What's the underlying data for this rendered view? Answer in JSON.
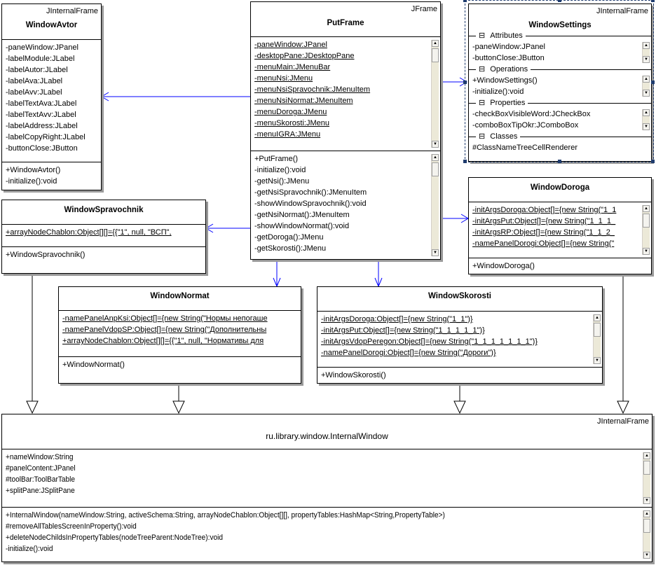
{
  "diagram": {
    "classes": [
      {
        "id": "avtor",
        "name": "WindowAvtor",
        "stereotype": "JInternalFrame",
        "attributes": [
          "-paneWindow:JPanel",
          "-labelModule:JLabel",
          "-labelAutor:JLabel",
          "-labelAva:JLabel",
          "-labelAvv:JLabel",
          "-labelTextAva:JLabel",
          "-labelTextAvv:JLabel",
          "-labelAddress:JLabel",
          "-labelCopyRight:JLabel",
          "-buttonClose:JButton"
        ],
        "operations": [
          "+WindowAvtor()",
          "-initialize():void"
        ]
      },
      {
        "id": "put",
        "name": "PutFrame",
        "stereotype": "JFrame",
        "static_attributes": true,
        "attributes": [
          "-paneWindow:JPanel",
          "-desktopPane:JDesktopPane",
          "-menuMain:JMenuBar",
          "-menuNsi:JMenu",
          "-menuNsiSpravochnik:JMenuItem",
          "-menuNsiNormat:JMenuItem",
          "-menuDoroga:JMenu",
          "-menuSkorosti:JMenu",
          "-menuIGRA:JMenu"
        ],
        "operations": [
          "+PutFrame()",
          "-initialize():void",
          "-getNsi():JMenu",
          "-getNsiSpravochnik():JMenuItem",
          "-showWindowSpravochnik():void",
          "-getNsiNormat():JMenuItem",
          "-showWindowNormat():void",
          "-getDoroga():JMenu",
          "-getSkorosti():JMenu"
        ]
      },
      {
        "id": "settings",
        "name": "WindowSettings",
        "stereotype": "JInternalFrame",
        "selected": true,
        "sections": [
          {
            "title": "Attributes",
            "items": [
              "-paneWindow:JPanel",
              "-buttonClose:JButton"
            ]
          },
          {
            "title": "Operations",
            "items": [
              "+WindowSettings()",
              "-initialize():void"
            ]
          },
          {
            "title": "Properties",
            "items": [
              "-checkBoxVisibleWord:JCheckBox",
              "-comboBoxTipOkr:JComboBox"
            ]
          },
          {
            "title": "Classes",
            "items": [
              "#ClassNameTreeCellRenderer"
            ]
          }
        ]
      },
      {
        "id": "sprav",
        "name": "WindowSpravochnik",
        "stereotype": "",
        "static_attributes": true,
        "attributes": [
          "+arrayNodeChablon:Object[][]={{\"1\", null, \"ВСП\","
        ],
        "operations": [
          "+WindowSpravochnik()"
        ]
      },
      {
        "id": "normat",
        "name": "WindowNormat",
        "stereotype": "",
        "static_attributes": true,
        "attributes": [
          "-namePanelAnpKsi:Object[]={new String(\"Нормы непогаше",
          "-namePanelVdopSP:Object[]={new String(\"Дополнительны",
          "+arrayNodeChablon:Object[][]={{\"1\", null, \"Нормативы для"
        ],
        "operations": [
          "+WindowNormat()"
        ]
      },
      {
        "id": "doroga",
        "name": "WindowDoroga",
        "stereotype": "",
        "static_attributes": true,
        "attributes": [
          "-initArgsDoroga:Object[]={new String(\"1_1",
          "-initArgsPut:Object[]={new String(\"1_1_1_",
          "-initArgsRP:Object[]={new String(\"1_1_2_",
          "-namePanelDorogi:Object[]={new String(\""
        ],
        "operations": [
          "+WindowDoroga()"
        ]
      },
      {
        "id": "skorosti",
        "name": "WindowSkorosti",
        "stereotype": "",
        "static_attributes": true,
        "attributes": [
          "-initArgsDoroga:Object[]={new String(\"1_1\")}",
          "-initArgsPut:Object[]={new String(\"1_1_1_1_1\")}",
          "-initArgsVdopPeregon:Object[]={new String(\"1_1_1_1_1_1_1\")}",
          "-namePanelDorogi:Object[]={new String(\"Дороги\")}"
        ],
        "operations": [
          "+WindowSkorosti()"
        ]
      },
      {
        "id": "internal",
        "name": "ru.library.window.InternalWindow",
        "stereotype": "JInternalFrame",
        "attributes": [
          "+nameWindow:String",
          "#panelContent:JPanel",
          "#toolBar:ToolBarTable",
          "+splitPane:JSplitPane"
        ],
        "operations": [
          "+InternalWindow(nameWindow:String, activeSchema:String, arrayNodeChablon:Object[][], propertyTables:HashMap<String,PropertyTable>)",
          "#removeAllTablesScreenInProperty():void",
          "+deleteNodeChildsInPropertyTables(nodeTreeParent:NodeTree):void",
          "-initialize():void"
        ]
      }
    ],
    "associations": [
      {
        "from": "put",
        "to": "avtor"
      },
      {
        "from": "put",
        "to": "sprav"
      },
      {
        "from": "put",
        "to": "normat"
      },
      {
        "from": "put",
        "to": "skorosti"
      },
      {
        "from": "put",
        "to": "doroga"
      },
      {
        "from": "put",
        "to": "settings"
      }
    ],
    "generalizations": [
      {
        "from": "sprav",
        "to": "internal"
      },
      {
        "from": "normat",
        "to": "internal"
      },
      {
        "from": "skorosti",
        "to": "internal"
      },
      {
        "from": "doroga",
        "to": "internal"
      }
    ],
    "colors": {
      "association": "#0000ff",
      "generalization": "#000000",
      "selection": "#1f3c6e"
    }
  }
}
